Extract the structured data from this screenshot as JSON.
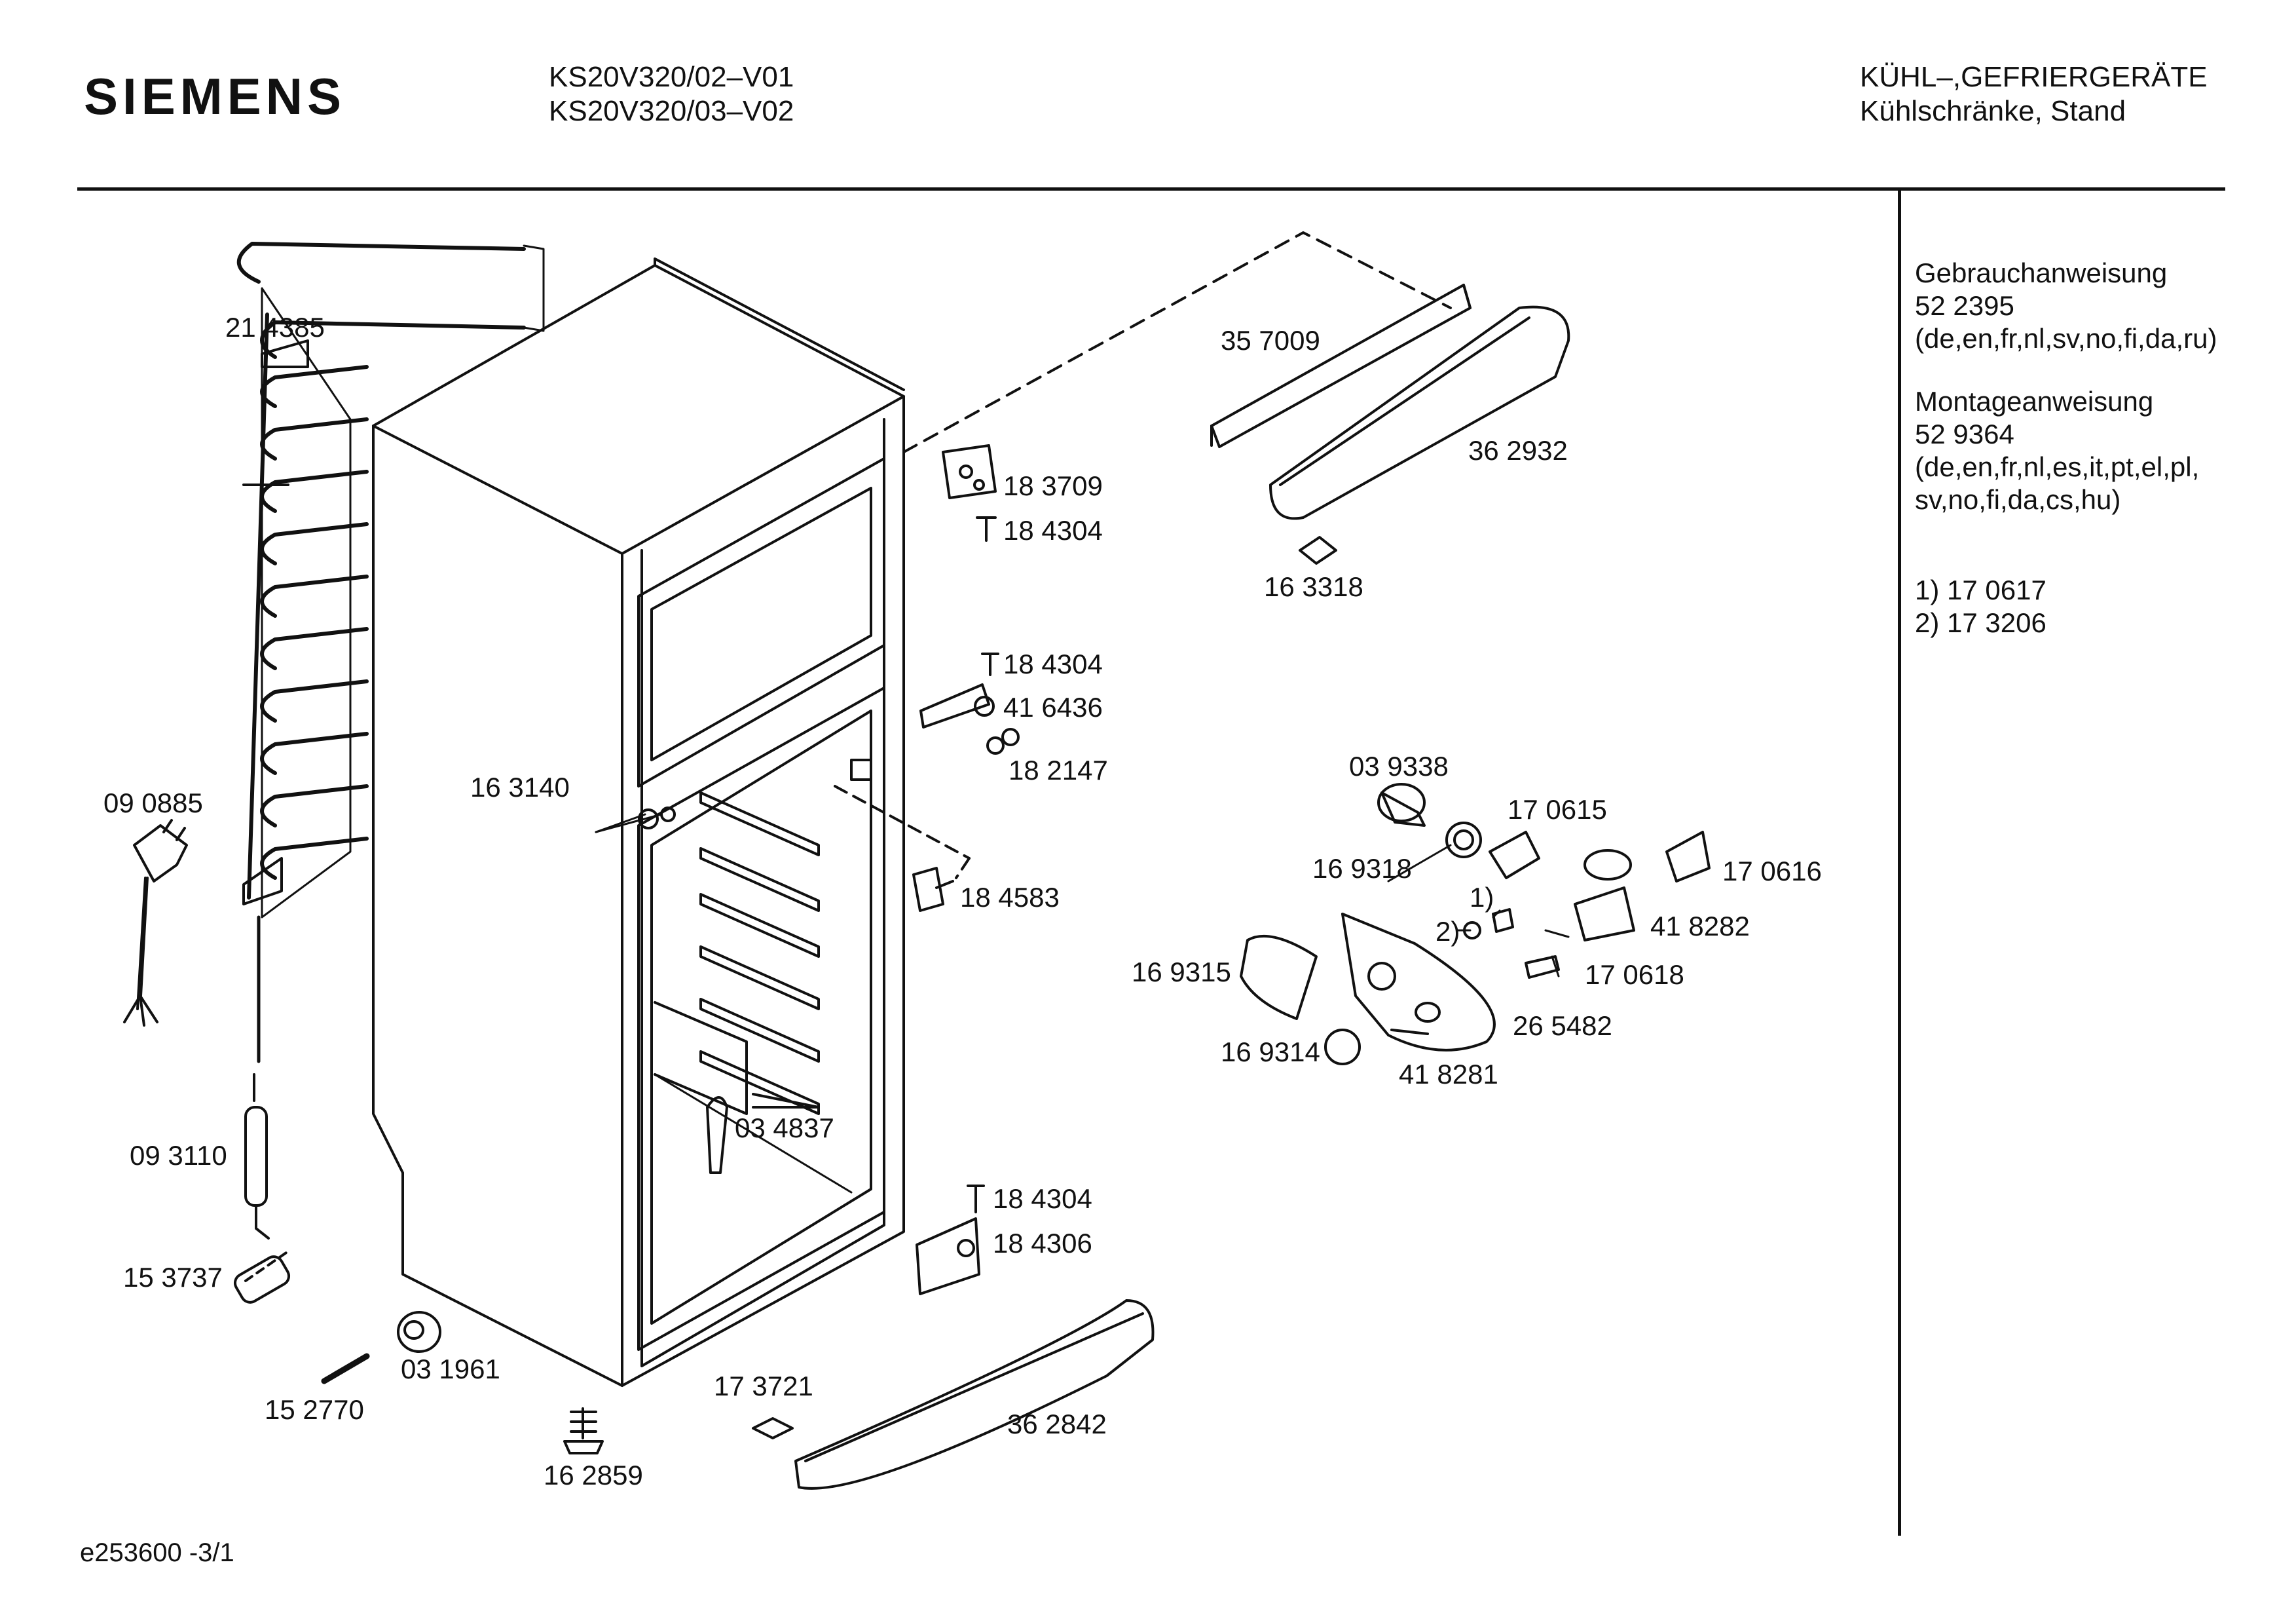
{
  "header": {
    "brand": "SIEMENS",
    "models": [
      "KS20V320/02–V01",
      "KS20V320/03–V02"
    ],
    "category": [
      "KÜHL–,GEFRIERGERÄTE",
      "Kühlschränke, Stand"
    ]
  },
  "side_panel": {
    "manual_title": "Gebrauchanweisung",
    "manual_number": "52 2395",
    "manual_langs": "(de,en,fr,nl,sv,no,fi,da,ru)",
    "install_title": "Montageanweisung",
    "install_number": "52 9364",
    "install_langs_1": "(de,en,fr,nl,es,it,pt,el,pl,",
    "install_langs_2": "sv,no,fi,da,cs,hu)",
    "note_1": "1)  17 0617",
    "note_2": "2)  17 3206"
  },
  "footer": {
    "ref": "e253600   -3/1"
  },
  "parts": [
    {
      "id": "p214385",
      "text": "21 4385"
    },
    {
      "id": "p090885",
      "text": "09 0885"
    },
    {
      "id": "p093110",
      "text": "09 3110"
    },
    {
      "id": "p153737",
      "text": "15 3737"
    },
    {
      "id": "p152770",
      "text": "15 2770"
    },
    {
      "id": "p031961",
      "text": "03 1961"
    },
    {
      "id": "p162859",
      "text": "16 2859"
    },
    {
      "id": "p163140",
      "text": "16 3140"
    },
    {
      "id": "p034837",
      "text": "03 4837"
    },
    {
      "id": "p183709",
      "text": "18 3709"
    },
    {
      "id": "p184304a",
      "text": "18 4304"
    },
    {
      "id": "p184304b",
      "text": "18 4304"
    },
    {
      "id": "p416436",
      "text": "41 6436"
    },
    {
      "id": "p182147",
      "text": "18 2147"
    },
    {
      "id": "p184583",
      "text": "18 4583"
    },
    {
      "id": "p184304c",
      "text": "18 4304"
    },
    {
      "id": "p184306",
      "text": "18 4306"
    },
    {
      "id": "p173721",
      "text": "17 3721"
    },
    {
      "id": "p362842",
      "text": "36 2842"
    },
    {
      "id": "p357009",
      "text": "35 7009"
    },
    {
      "id": "p362932",
      "text": "36 2932"
    },
    {
      "id": "p163318",
      "text": "16 3318"
    },
    {
      "id": "p039338",
      "text": "03 9338"
    },
    {
      "id": "p170615",
      "text": "17 0615"
    },
    {
      "id": "p169318",
      "text": "16 9318"
    },
    {
      "id": "p170616",
      "text": "17 0616"
    },
    {
      "id": "pnote1",
      "text": "1)"
    },
    {
      "id": "pnote2",
      "text": "2)"
    },
    {
      "id": "p418282",
      "text": "41 8282"
    },
    {
      "id": "p169315",
      "text": "16 9315"
    },
    {
      "id": "p170618",
      "text": "17 0618"
    },
    {
      "id": "p265482",
      "text": "26 5482"
    },
    {
      "id": "p169314",
      "text": "16 9314"
    },
    {
      "id": "p418281",
      "text": "41 8281"
    }
  ]
}
